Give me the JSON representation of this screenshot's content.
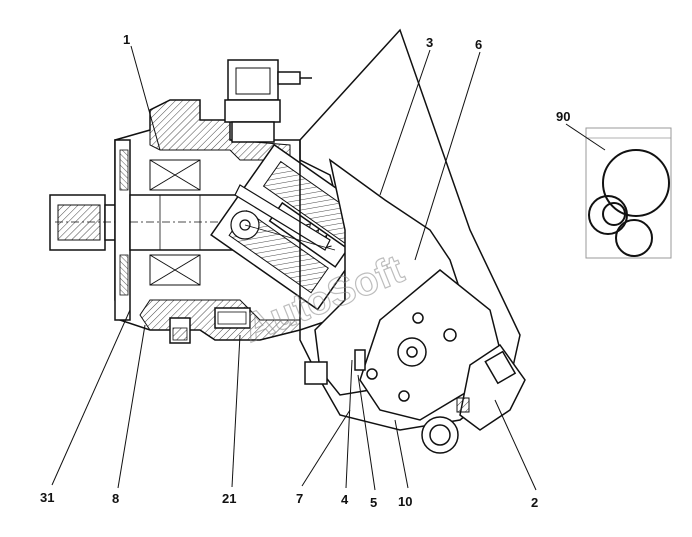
{
  "callouts": {
    "c1": "1",
    "c3": "3",
    "c6": "6",
    "c90": "90",
    "c31": "31",
    "c8": "8",
    "c21": "21",
    "c7": "7",
    "c4": "4",
    "c5": "5",
    "c10": "10",
    "c2": "2"
  },
  "watermark": "AutoSoft",
  "colors": {
    "line": "#111111",
    "hatch": "#333333",
    "frame": "#999999"
  }
}
